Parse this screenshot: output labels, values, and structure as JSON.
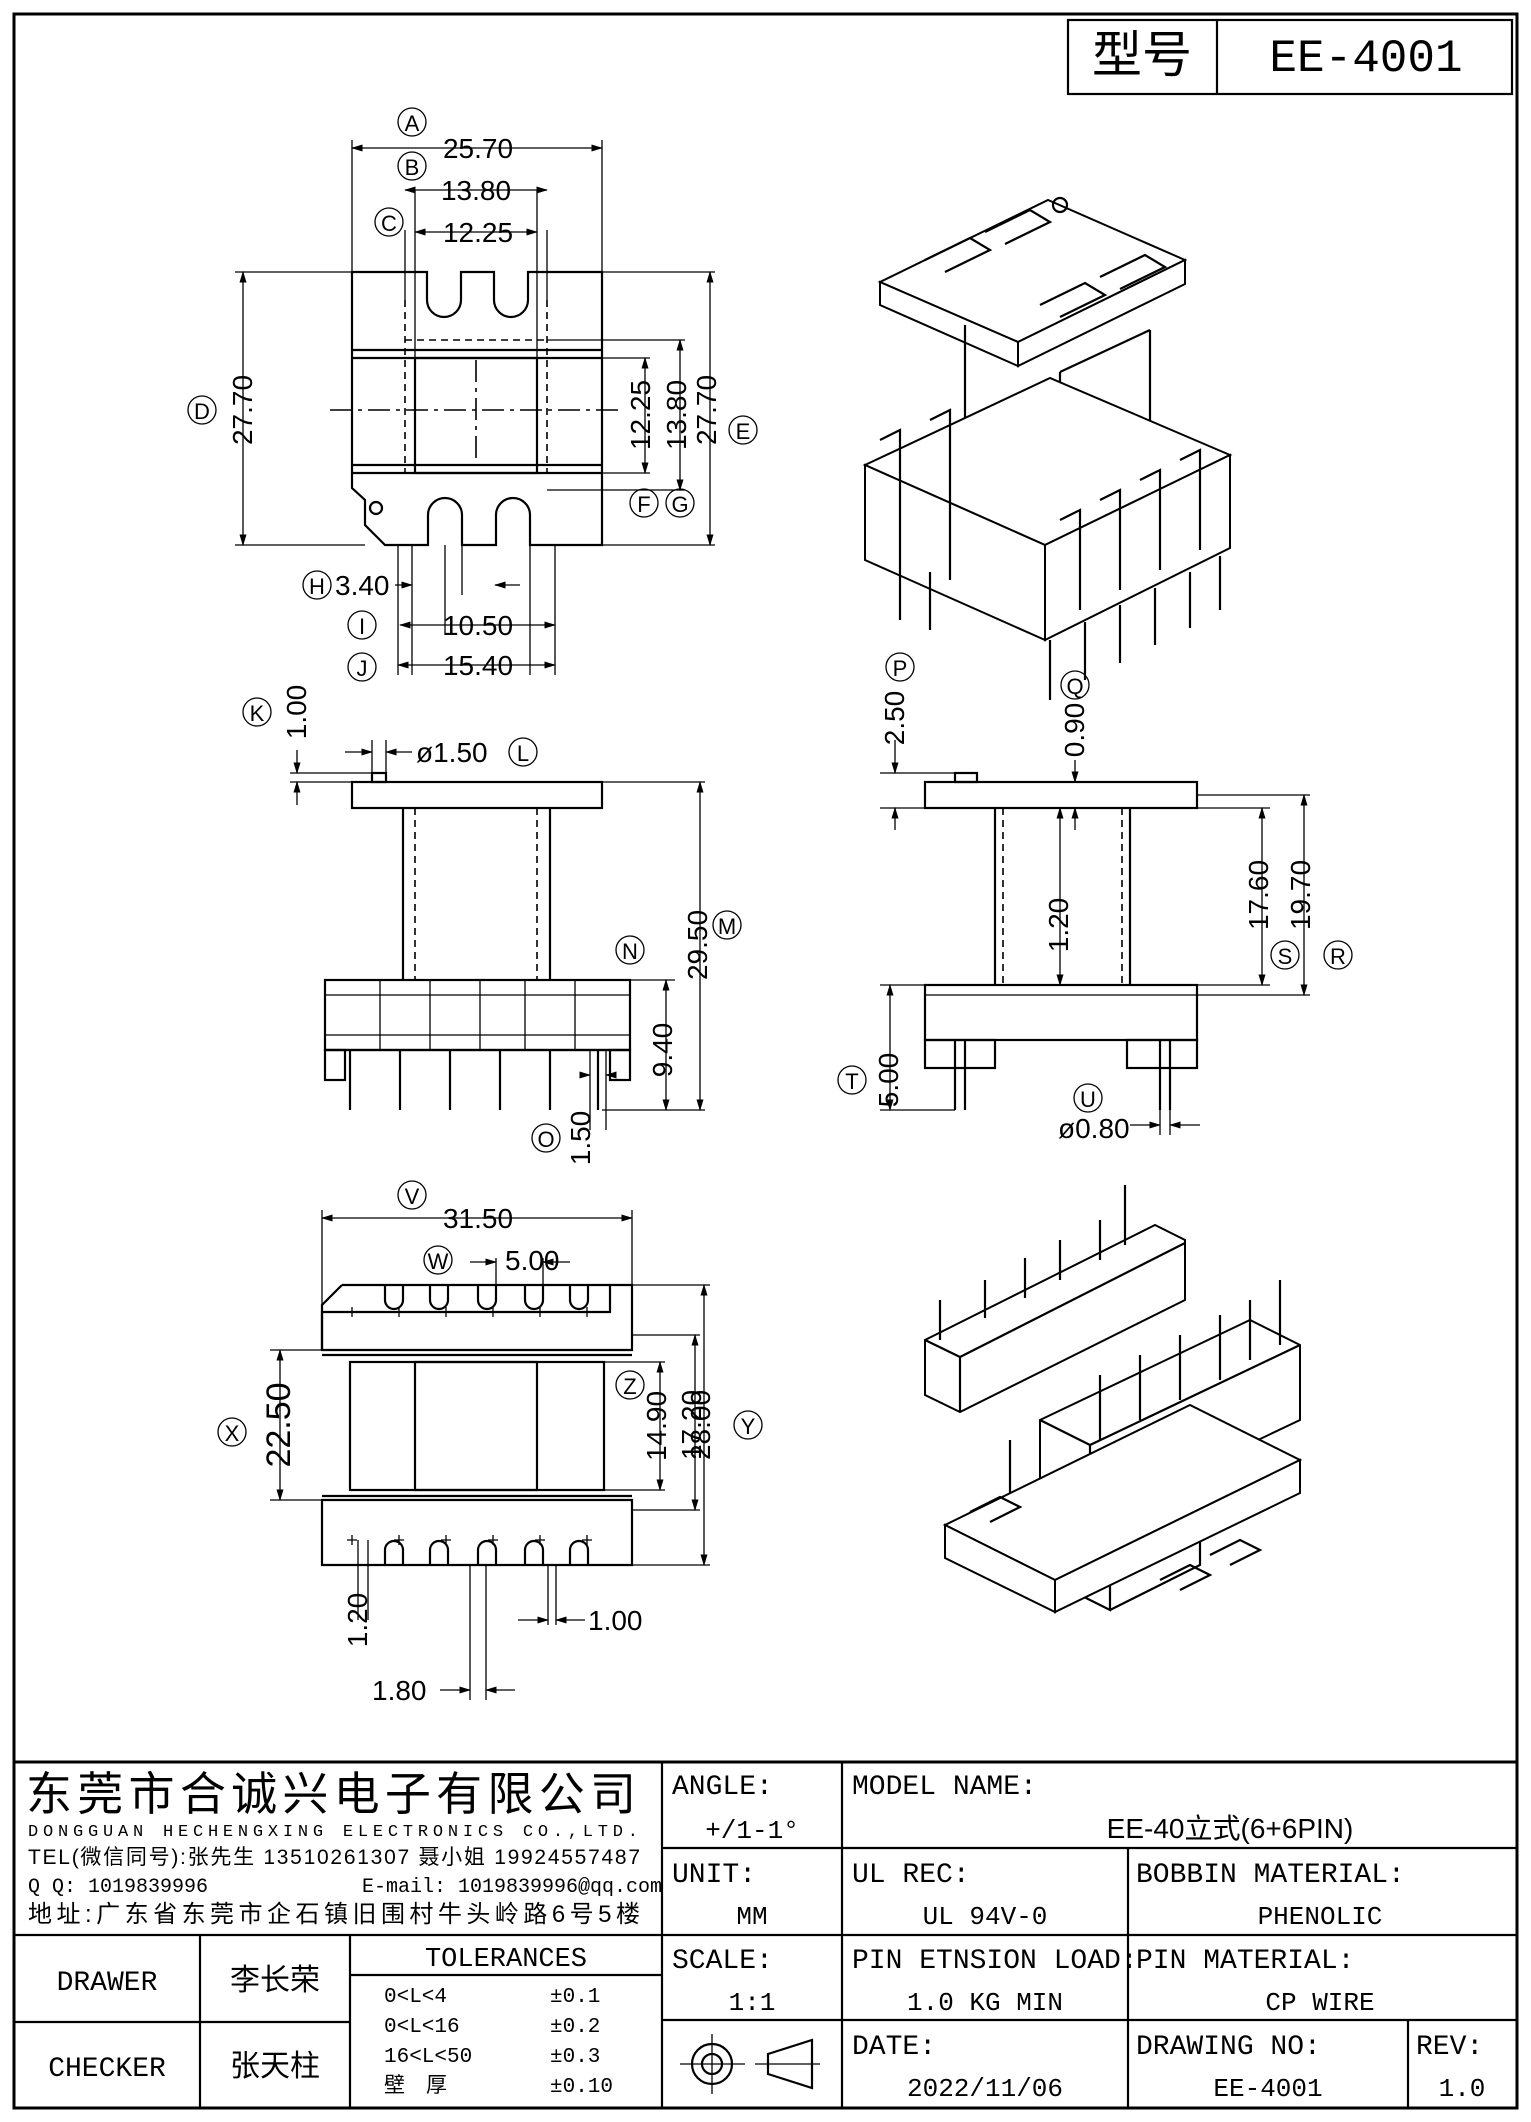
{
  "title_block": {
    "model_label": "型号",
    "model_value": "EE-4001"
  },
  "dimensions": {
    "A": "25.70",
    "B": "13.80",
    "C": "12.25",
    "D": "27.70",
    "E": "27.70",
    "F": "12.25",
    "G": "13.80",
    "H": "3.40",
    "I": "10.50",
    "J": "15.40",
    "K": "1.00",
    "L": "ø1.50",
    "M": "29.50",
    "N": "9.40",
    "O": "1.50",
    "P": "2.50",
    "Q": "0.90",
    "R": "19.70",
    "S": "17.60",
    "core": "1.20",
    "T": "5.00",
    "U": "ø0.80",
    "V": "31.50",
    "W": "5.00",
    "X": "22.50",
    "Y": "28.00",
    "Z1": "14.90",
    "Z2": "17.20",
    "pin_w": "1.20",
    "pin_t": "1.00",
    "pin_gap": "1.80"
  },
  "markers": [
    "A",
    "B",
    "C",
    "D",
    "E",
    "F",
    "G",
    "H",
    "I",
    "J",
    "K",
    "L",
    "M",
    "N",
    "O",
    "P",
    "Q",
    "R",
    "S",
    "T",
    "U",
    "V",
    "W",
    "X",
    "Y",
    "Z"
  ],
  "company": {
    "name_cn": "东莞市合诚兴电子有限公司",
    "name_en": "DONGGUAN HECHENGXING ELECTRONICS CO.,LTD.",
    "tel": "TEL(微信同号):张先生 13510261307 聂小姐 19924557487",
    "qq": "Q Q: 1019839996",
    "email": "E-mail: 1019839996@qq.com",
    "address": "地址:广东省东莞市企石镇旧围村牛头岭路6号5楼"
  },
  "spec": {
    "angle_label": "ANGLE:",
    "angle_value": "+/1-1°",
    "unit_label": "UNIT:",
    "unit_value": "MM",
    "scale_label": "SCALE:",
    "scale_value": "1:1",
    "model_name_label": "MODEL NAME:",
    "model_name_value": "EE-40立式(6+6PIN)",
    "ul_label": "UL REC:",
    "ul_value": "UL 94V-0",
    "bobbin_label": "BOBBIN MATERIAL:",
    "bobbin_value": "PHENOLIC",
    "pin_load_label": "PIN ETNSION LOAD:",
    "pin_load_value": "1.0 KG MIN",
    "pin_material_label": "PIN MATERIAL:",
    "pin_material_value": "CP WIRE",
    "date_label": "DATE:",
    "date_value": "2022/11/06",
    "drawing_no_label": "DRAWING NO:",
    "drawing_no_value": "EE-4001",
    "rev_label": "REV:",
    "rev_value": "1.0"
  },
  "people": {
    "drawer_label": "DRAWER",
    "drawer_value": "李长荣",
    "checker_label": "CHECKER",
    "checker_value": "张天柱"
  },
  "tolerances": {
    "title": "TOLERANCES",
    "rows": [
      {
        "range": "0<L<4",
        "tol": "±0.1"
      },
      {
        "range": "0<L<16",
        "tol": "±0.2"
      },
      {
        "range": "16<L<50",
        "tol": "±0.3"
      },
      {
        "range": "壁　厚",
        "tol": "±0.10"
      }
    ]
  }
}
